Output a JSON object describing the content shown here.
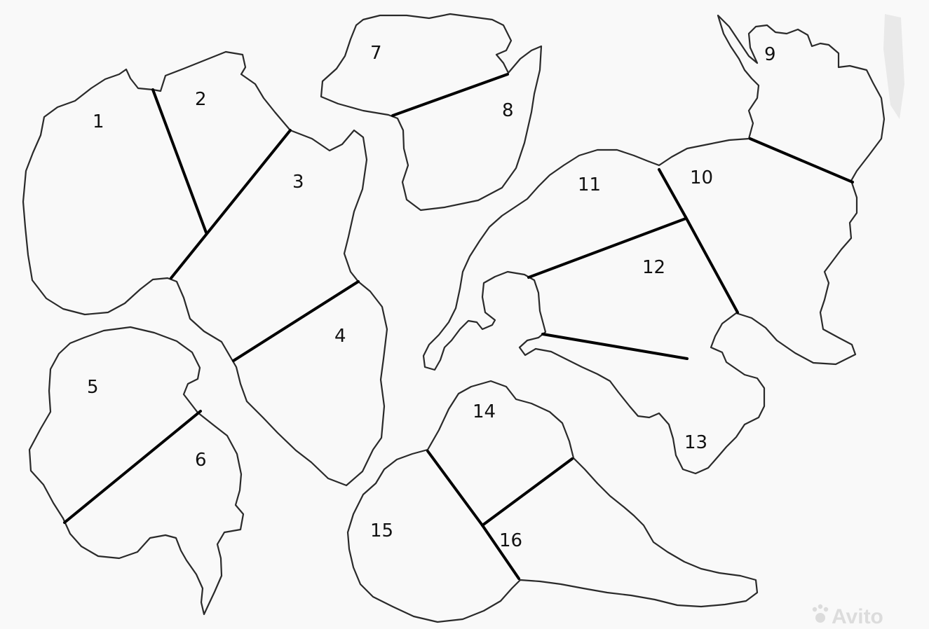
{
  "labels": {
    "p1": "1",
    "p2": "2",
    "p3": "3",
    "p4": "4",
    "p5": "5",
    "p6": "6",
    "p7": "7",
    "p8": "8",
    "p9": "9",
    "p10": "10",
    "p11": "11",
    "p12": "12",
    "p13": "13",
    "p14": "14",
    "p15": "15",
    "p16": "16"
  },
  "watermark": {
    "text": "Avito"
  },
  "colors": {
    "outline": "#2a2a2a",
    "divider": "#000000",
    "background": "#f9f9f9"
  }
}
